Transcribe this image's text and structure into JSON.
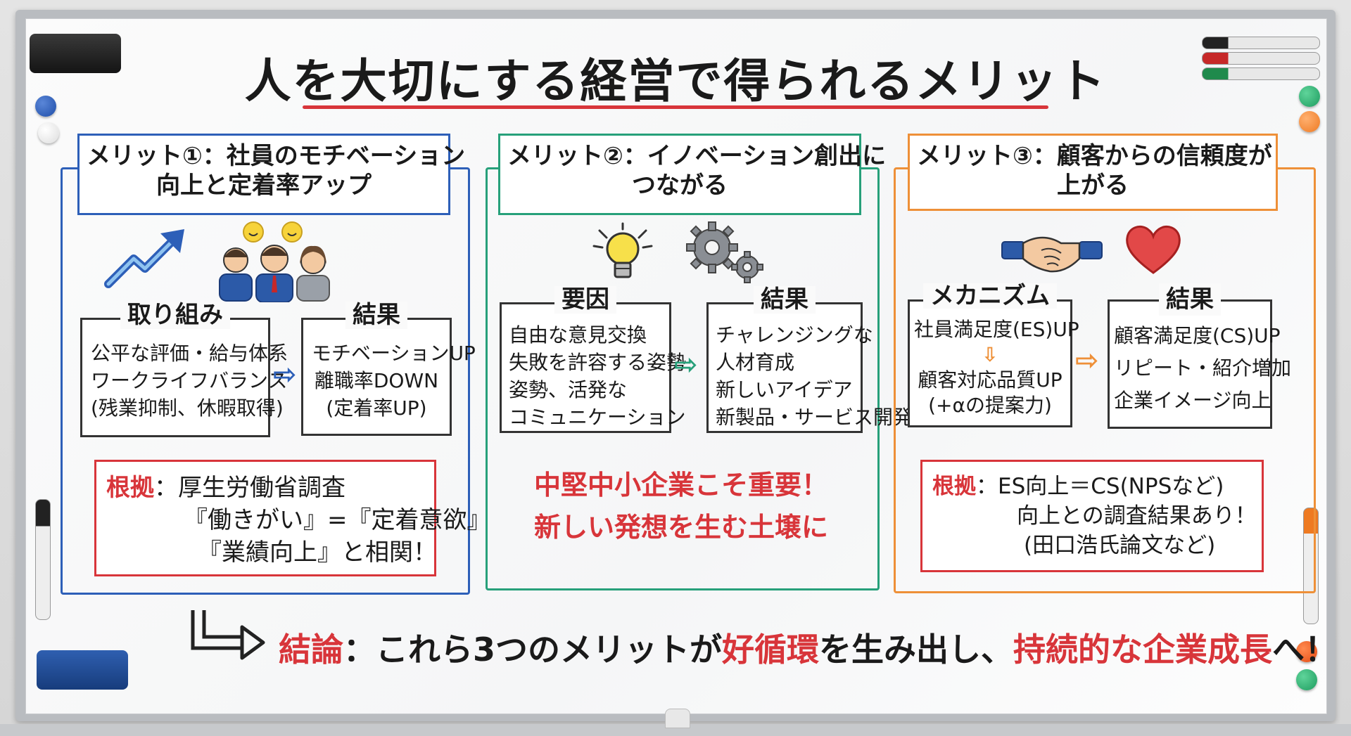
{
  "title": "人を大切にする経営で得られるメリット",
  "colors": {
    "blue": "#2d5fb8",
    "green": "#27a07a",
    "orange": "#ee9038",
    "red": "#d8353a"
  },
  "merit1": {
    "header": [
      "メリット①：社員のモチベーション",
      "向上と定着率アップ"
    ],
    "box_left": {
      "label": "取り組み",
      "lines": [
        "公平な評価・給与体系",
        "ワークライフバランス",
        "(残業抑制、休暇取得)"
      ]
    },
    "box_right": {
      "label": "結果",
      "lines": [
        "モチベーションUP",
        "離職率DOWN",
        "(定着率UP)"
      ]
    },
    "evidence": {
      "label": "根拠",
      "lines": [
        "：厚生労働省調査",
        "『働きがい』=『定着意欲』",
        "『業績向上』と相関！"
      ]
    },
    "icons": [
      "growth-arrow-icon",
      "smiling-employees-icon"
    ]
  },
  "merit2": {
    "header": [
      "メリット②：イノベーション創出に",
      "つながる"
    ],
    "box_left": {
      "label": "要因",
      "lines": [
        "自由な意見交換",
        "失敗を許容する姿勢",
        "姿勢、活発な",
        "コミュニケーション"
      ]
    },
    "box_right": {
      "label": "結果",
      "lines": [
        "チャレンジングな",
        "人材育成",
        "新しいアイデア",
        "新製品・サービス開発"
      ]
    },
    "highlight": [
      "中堅中小企業こそ重要！",
      "新しい発想を生む土壌に"
    ],
    "icons": [
      "lightbulb-icon",
      "gears-icon"
    ]
  },
  "merit3": {
    "header": [
      "メリット③：顧客からの信頼度が",
      "上がる"
    ],
    "box_left": {
      "label": "メカニズム",
      "lines": [
        "社員満足度(ES)UP",
        "⇩",
        "顧客対応品質UP",
        "(+αの提案力)"
      ]
    },
    "box_right": {
      "label": "結果",
      "lines": [
        "顧客満足度(CS)UP",
        "リピート・紹介増加",
        "企業イメージ向上"
      ]
    },
    "evidence": {
      "label": "根拠",
      "lines": [
        "：ES向上＝CS(NPSなど)",
        "向上との調査結果あり！",
        "(田口浩氏論文など)"
      ]
    },
    "icons": [
      "handshake-icon",
      "heart-icon"
    ]
  },
  "conclusion": {
    "label": "結論",
    "parts": [
      "：これら3つのメリットが",
      "好循環",
      "を生み出し、",
      "持続的な企業成長",
      "へ！"
    ]
  }
}
